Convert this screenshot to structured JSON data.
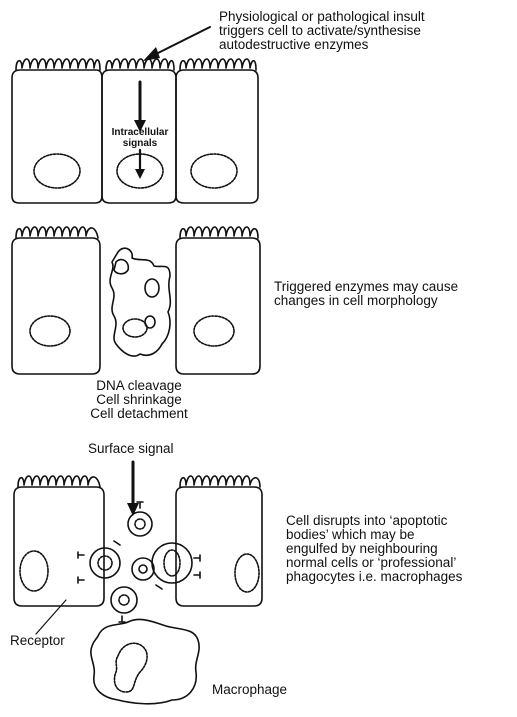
{
  "panel1": {
    "caption": [
      "Physiological or pathological insult",
      "triggers cell to activate/synthesise",
      "autodestructive enzymes"
    ],
    "inner_label": [
      "Intracellular",
      "signals"
    ]
  },
  "panel2": {
    "caption": [
      "Triggered enzymes may cause",
      "changes in cell morphology"
    ],
    "events": [
      "DNA cleavage",
      "Cell shrinkage",
      "Cell detachment"
    ]
  },
  "panel3": {
    "surface_signal": "Surface signal",
    "caption": [
      "Cell disrupts into ‘apoptotic",
      "bodies’ which may be",
      "engulfed by neighbouring",
      "normal cells or ‘professional’",
      "phagocytes i.e. macrophages"
    ],
    "receptor_label": "Receptor",
    "macrophage_label": "Macrophage"
  },
  "colors": {
    "ink": "#111111",
    "background": "#ffffff"
  }
}
